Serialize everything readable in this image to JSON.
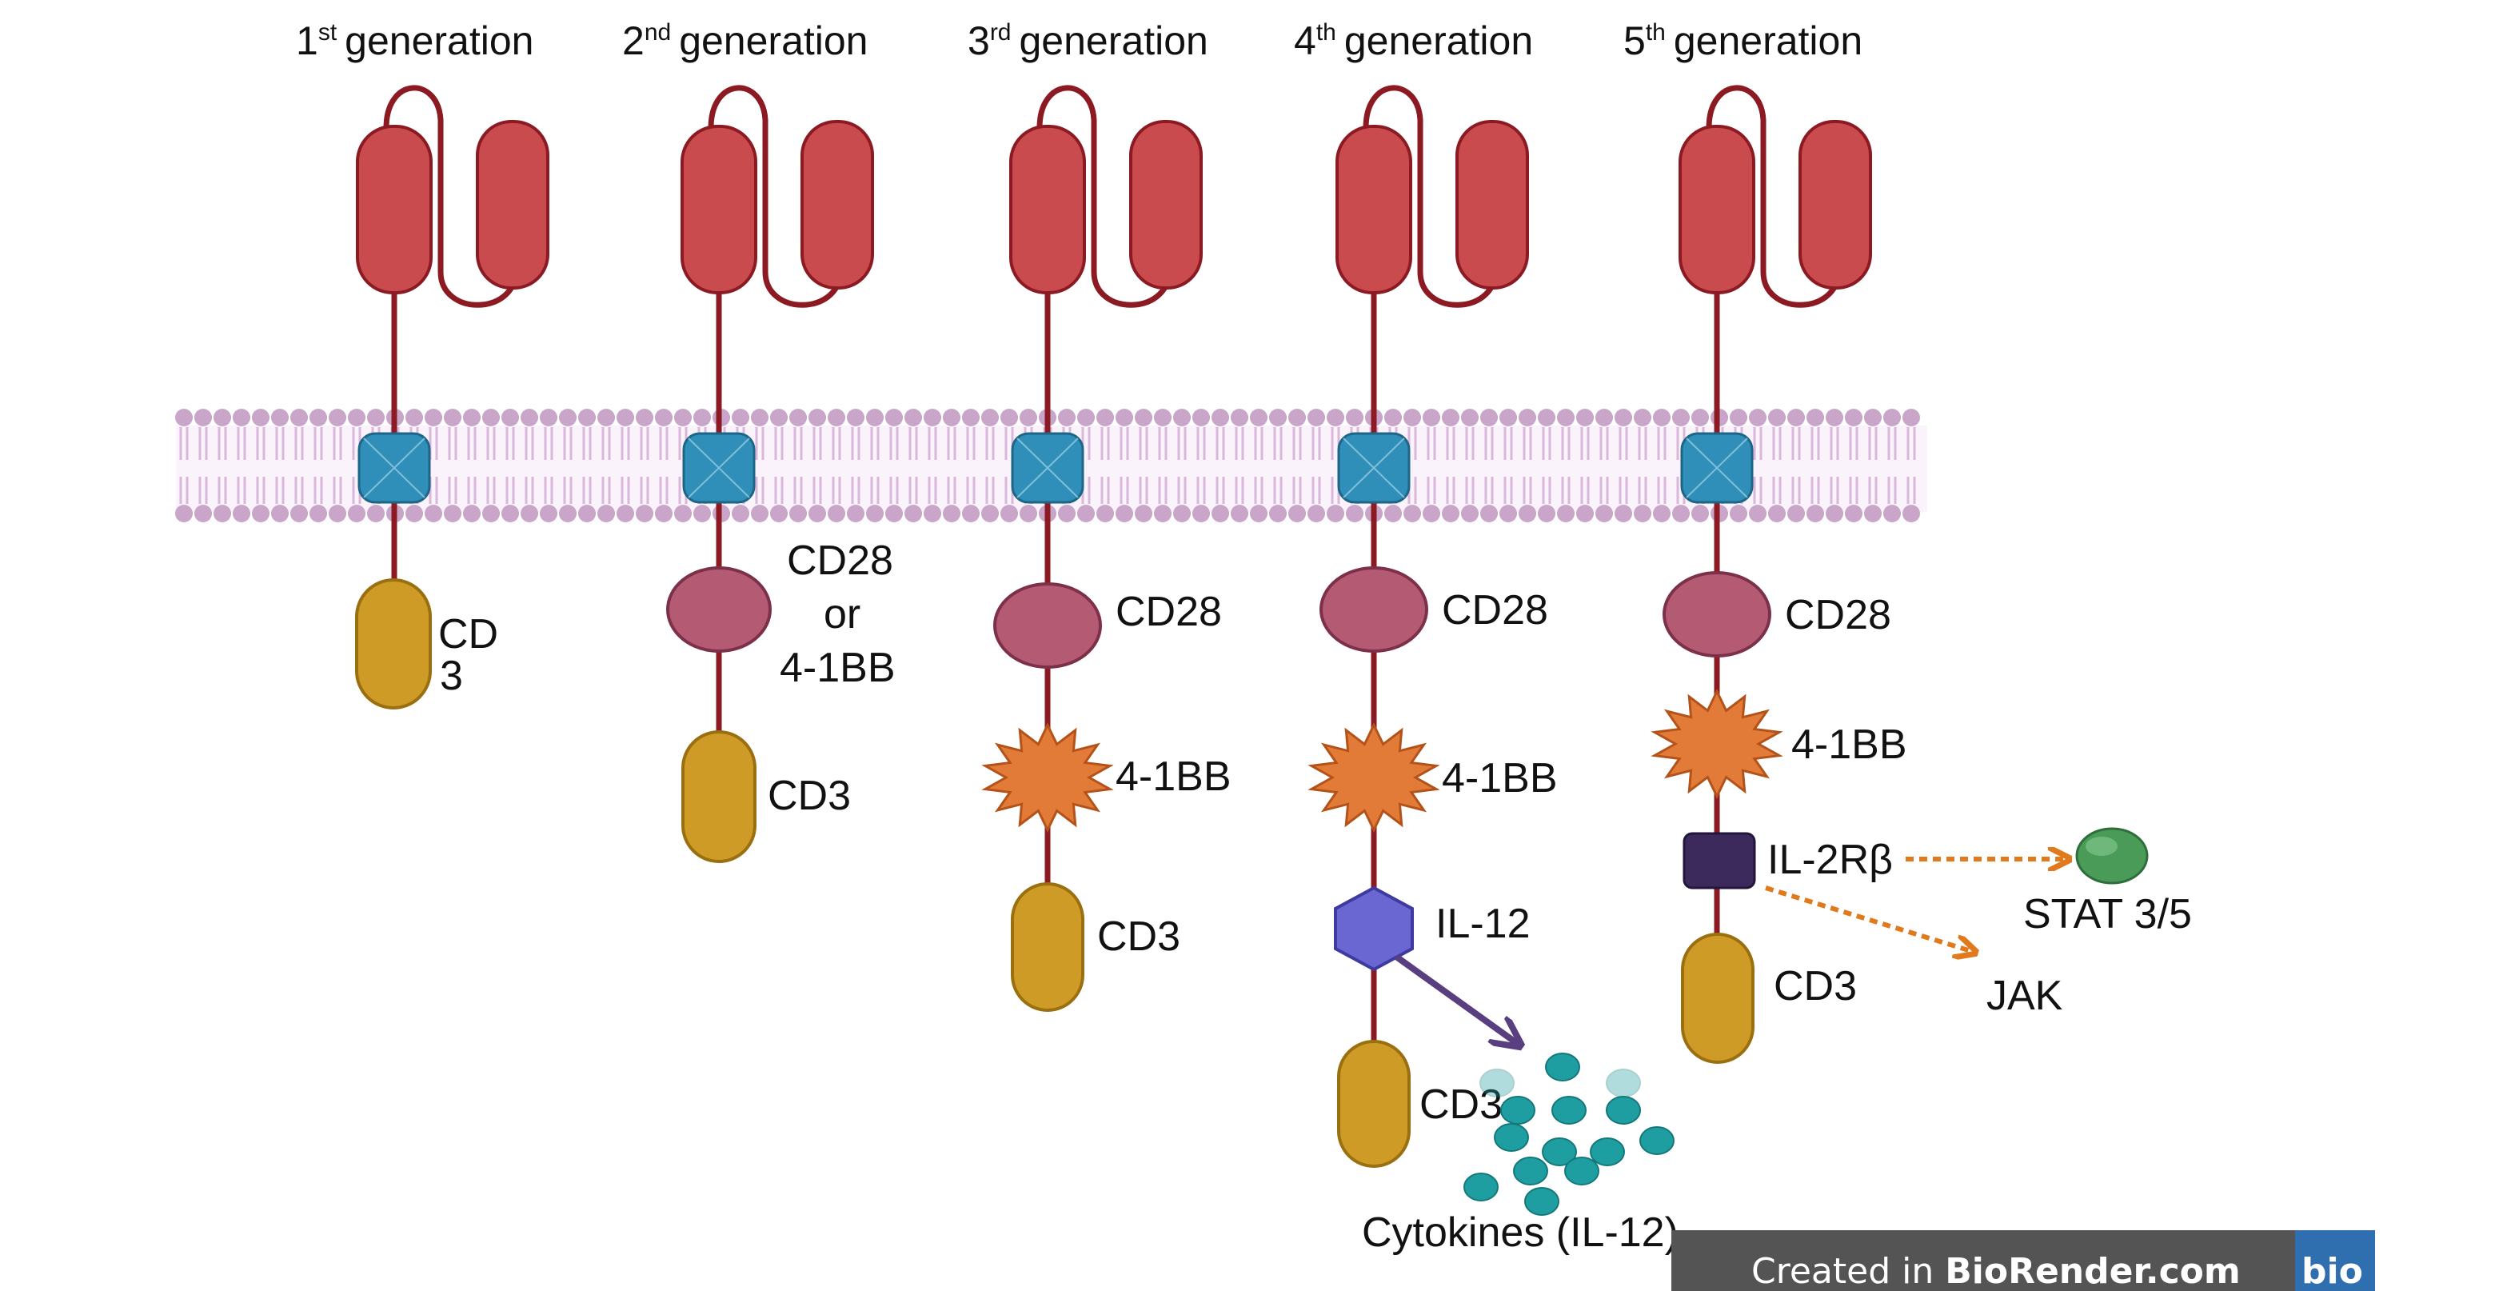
{
  "generations": [
    {
      "num": "1",
      "sup": "st",
      "word": "generation"
    },
    {
      "num": "2",
      "sup": "nd",
      "word": "generation"
    },
    {
      "num": "3",
      "sup": "rd",
      "word": "generation"
    },
    {
      "num": "4",
      "sup": "th",
      "word": "generation"
    },
    {
      "num": "5",
      "sup": "th",
      "word": "generation"
    }
  ],
  "labels": {
    "g1_cd3_line1": "CD",
    "g1_cd3_line2": "3",
    "g2_cd28_line1": "CD28",
    "g2_cd28_line2": "or",
    "g2_cd28_line3": "4-1BB",
    "g2_cd3": "CD3",
    "g3_cd28": "CD28",
    "g3_41bb": "4-1BB",
    "g3_cd3": "CD3",
    "g4_cd28": "CD28",
    "g4_41bb": "4-1BB",
    "g4_il12": "IL-12",
    "g4_cd3": "CD3",
    "g4_cytokines": "Cytokines (IL-12)",
    "g5_cd28": "CD28",
    "g5_41bb": "4-1BB",
    "g5_il2rb": "IL-2Rβ",
    "g5_stat": "STAT 3/5",
    "g5_jak": "JAK",
    "g5_cd3": "CD3"
  },
  "watermark": {
    "prefix": "Created in ",
    "brand": "BioRender.com",
    "logo": "bio"
  },
  "colors": {
    "scfv": "#c94b4e",
    "stalk": "#8b1a22",
    "transmembrane": "#2f8fb8",
    "cd28": "#b45b73",
    "cd3": "#cf9b27",
    "four1bb": "#e27a38",
    "il12": "#6a66d2",
    "il2rb": "#3d2a5c",
    "stat": "#4a9a58",
    "cytokine": "#1f9ea1",
    "orange_arrow": "#e07a1c",
    "purple_arrow": "#5a3f80",
    "membrane": "#c9a6c9"
  }
}
